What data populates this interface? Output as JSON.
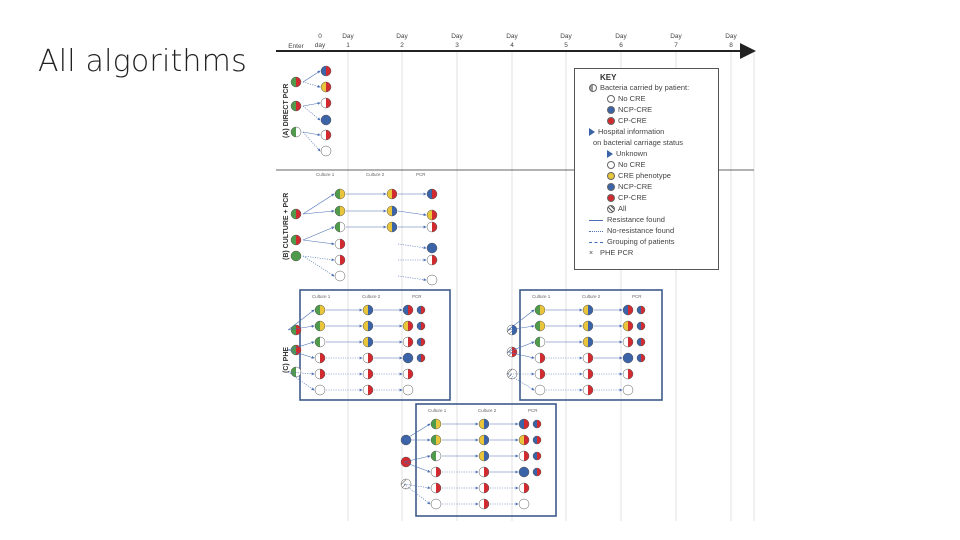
{
  "slide": {
    "title": "All algorithms"
  },
  "header": {
    "first_col": [
      "Enter",
      "0",
      "day"
    ],
    "days": [
      {
        "label": "Day",
        "num": "1"
      },
      {
        "label": "Day",
        "num": "2"
      },
      {
        "label": "Day",
        "num": "3"
      },
      {
        "label": "Day",
        "num": "4"
      },
      {
        "label": "Day",
        "num": "5"
      },
      {
        "label": "Day",
        "num": "6"
      },
      {
        "label": "Day",
        "num": "7"
      },
      {
        "label": "Day",
        "num": "8"
      }
    ]
  },
  "sections": [
    {
      "label": "(A) DIRECT PCR"
    },
    {
      "label": "(B) CULTURE + PCR"
    },
    {
      "label": "(C) PHE"
    }
  ],
  "stage_labels": [
    "Culture 1",
    "Culture 2",
    "PCR"
  ],
  "key": {
    "title": "KEY",
    "items": [
      {
        "text": "Bacteria carried by patient:",
        "sym": "half",
        "indent": 0
      },
      {
        "text": "No CRE",
        "sym": "white",
        "indent": 1
      },
      {
        "text": "NCP-CRE",
        "sym": "blue",
        "indent": 1
      },
      {
        "text": "CP-CRE",
        "sym": "red",
        "indent": 1
      },
      {
        "text": "Hospital information",
        "sym": "tri",
        "indent": 0
      },
      {
        "text": "on bacterial carriage status",
        "sym": "none",
        "indent": 0
      },
      {
        "text": "Unknown",
        "sym": "tri",
        "indent": 1
      },
      {
        "text": "No CRE",
        "sym": "white",
        "indent": 1
      },
      {
        "text": "CRE phenotype",
        "sym": "yellow",
        "indent": 1
      },
      {
        "text": "NCP-CRE",
        "sym": "blue",
        "indent": 1
      },
      {
        "text": "CP-CRE",
        "sym": "red",
        "indent": 1
      },
      {
        "text": "All",
        "sym": "hatch",
        "indent": 1
      },
      {
        "text": "Resistance found",
        "sym": "line",
        "indent": 0
      },
      {
        "text": "No-resistance found",
        "sym": "dotted",
        "indent": 0
      },
      {
        "text": "Grouping of patients",
        "sym": "dashed",
        "indent": 0
      },
      {
        "text": "PHE PCR",
        "sym": "x",
        "indent": 0
      }
    ]
  },
  "colors": {
    "red": "#d12a2f",
    "blue": "#3a63a8",
    "green": "#4f9a4b",
    "yellow": "#e8c53a",
    "grid": "#cfcfcf",
    "box": "#3d5a8a"
  }
}
